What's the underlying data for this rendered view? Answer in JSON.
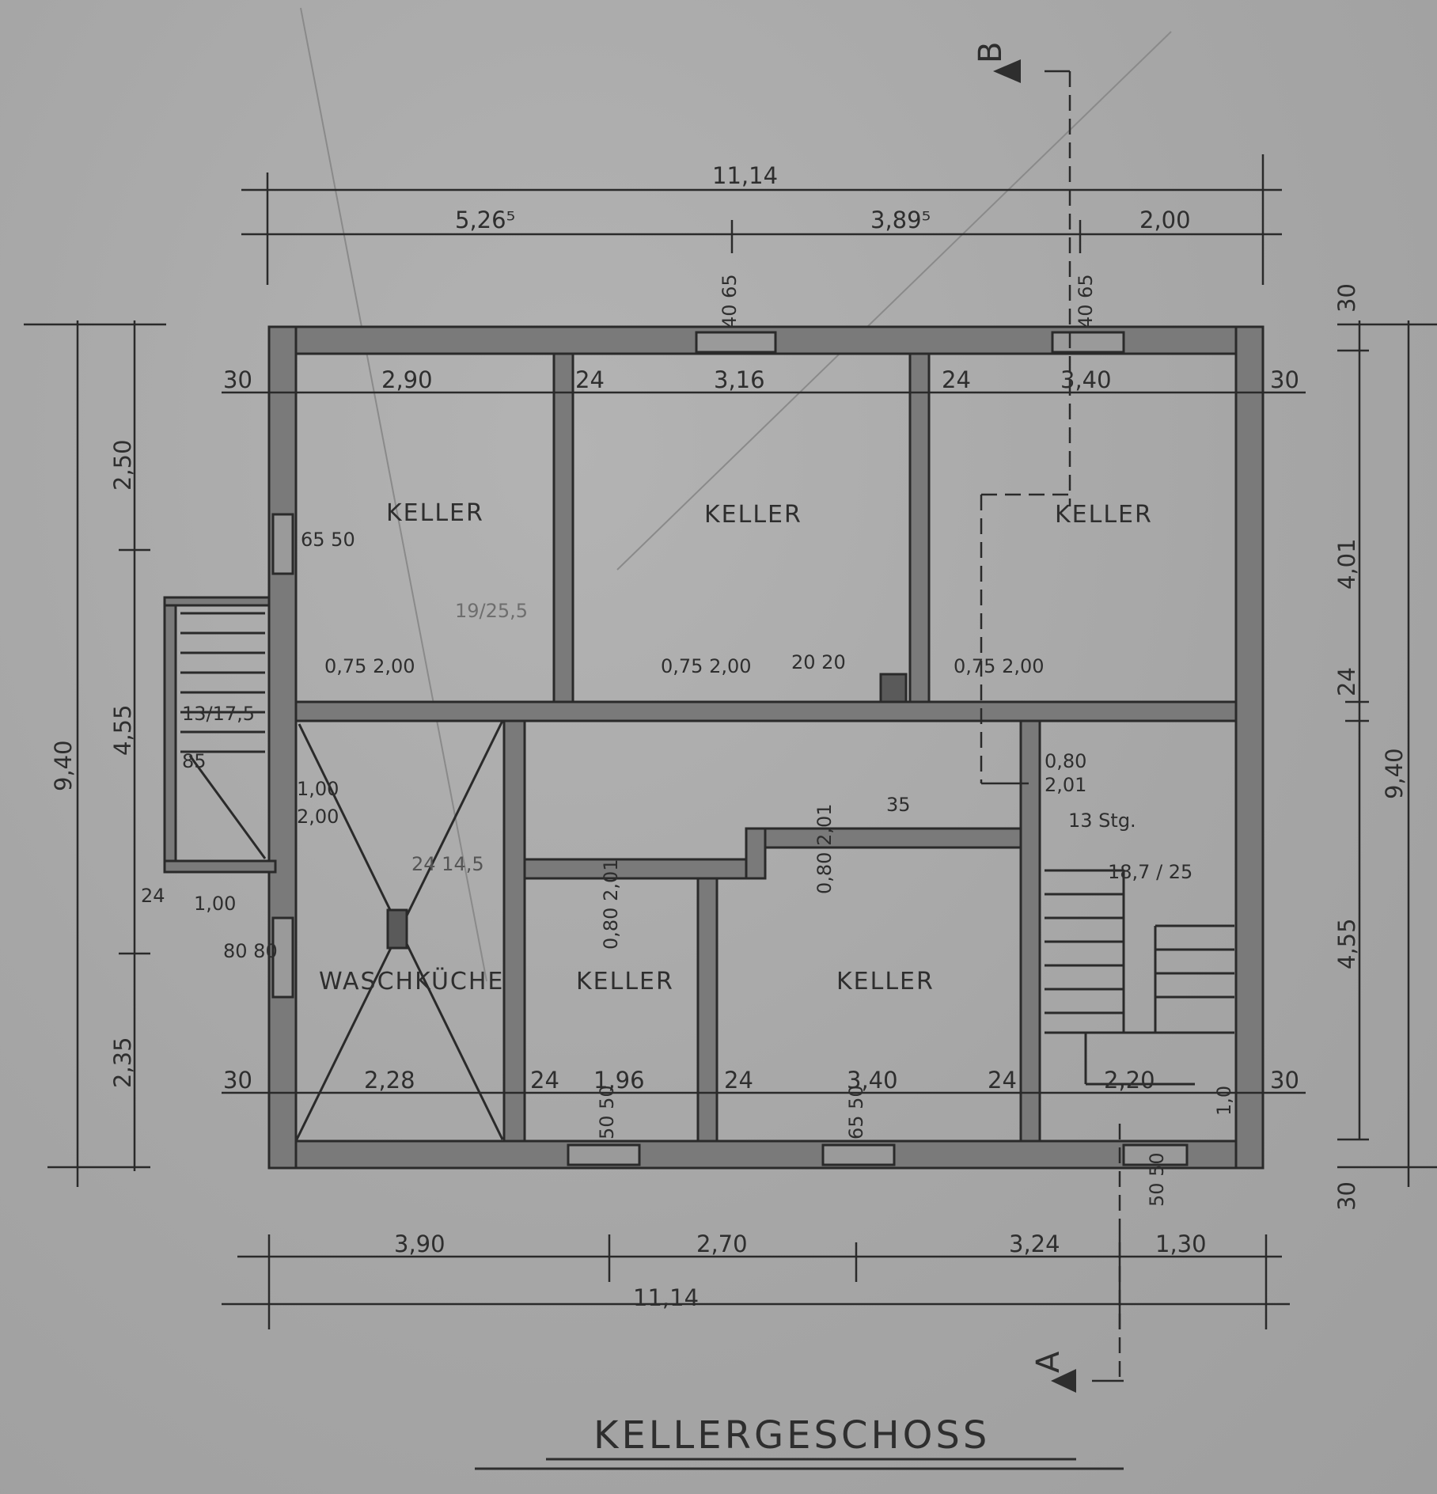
{
  "sheet": {
    "title": "KELLERGESCHOSS",
    "section_marks": [
      "A",
      "B"
    ]
  },
  "rooms": {
    "keller_top_left": "KELLER",
    "keller_top_mid": "KELLER",
    "keller_top_right": "KELLER",
    "waschkueche": "WASCHKÜCHE",
    "keller_bottom_mid": "KELLER",
    "keller_bottom_right": "KELLER"
  },
  "dimensions": {
    "top_total": "11,14",
    "top_seg1": "5,26⁵",
    "top_seg2": "3,89⁵",
    "top_seg3": "2,00",
    "row_top": [
      "30",
      "2,90",
      "24",
      "3,16",
      "24",
      "3,40",
      "30"
    ],
    "row_bottom": [
      "30",
      "2,28",
      "24",
      "1,96",
      "24",
      "3,40",
      "24",
      "2,20",
      "30"
    ],
    "bottom_seg1": "3,90",
    "bottom_seg2": "2,70",
    "bottom_seg3": "3,24",
    "bottom_seg4": "1,30",
    "bottom_total": "11,14",
    "left_total": "9,40",
    "left_seg1": "2,50",
    "left_seg2": "4,55",
    "left_seg3": "2,35",
    "right_total": "9,40",
    "right_30_top": "30",
    "right_seg1": "4,01",
    "right_seg2": "24",
    "right_seg3": "4,55",
    "right_30_bottom": "30"
  },
  "annotations": {
    "win_top_mid": "40 65",
    "win_top_right": "40 65",
    "win_left": "65 50",
    "stair_left_1": "13/17,5",
    "stair_left_2": "85",
    "door_wk_1": "1,00",
    "door_wk_2": "2,00",
    "door_left_1": "1,00",
    "door_left_2": "24",
    "win_left_low": "80 80",
    "d1": "0,75 2,00",
    "d2": "0,75 2,00",
    "chimney": "20 20",
    "d3": "0,75 2,00",
    "door_hall_1": "0,80",
    "door_hall_2": "2,01",
    "steps": "13 Stg.",
    "step_size": "18,7 / 25",
    "d4": "0,80 2,01",
    "d5": "0,80 2,01",
    "wk_note": "24 14,5",
    "win_b1": "50 50",
    "win_b2": "65 50",
    "win_b3": "50 50",
    "faint_note": "19/25,5",
    "vert_10": "1,0",
    "right_35": "35"
  }
}
